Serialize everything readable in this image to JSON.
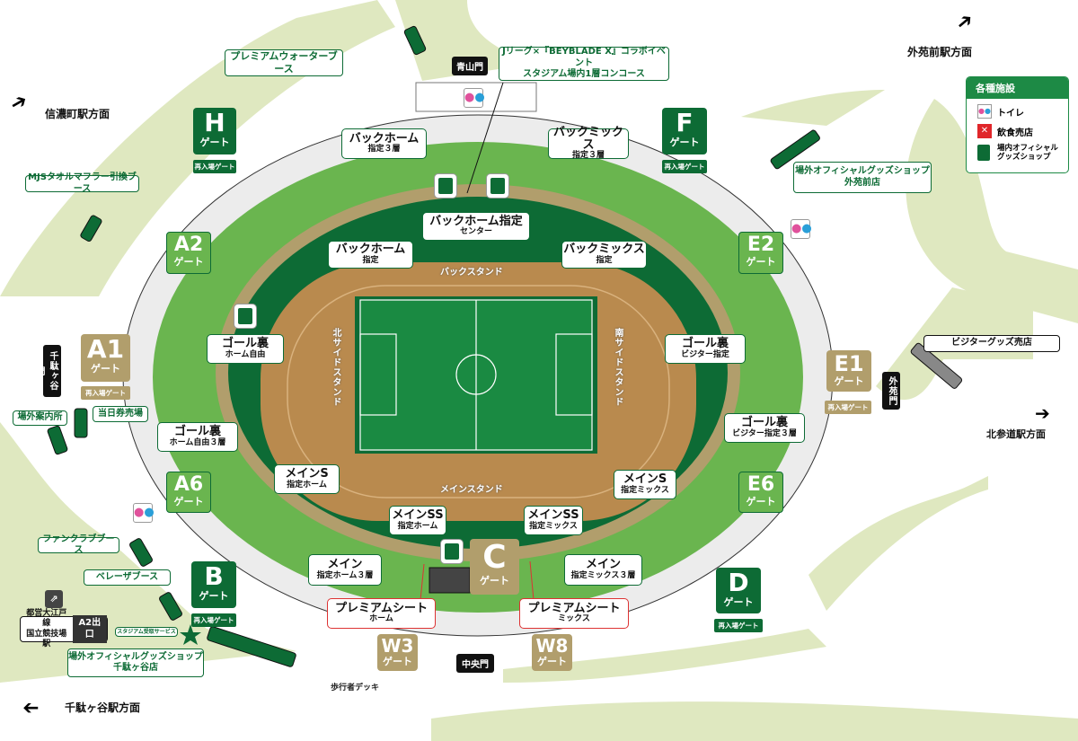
{
  "colors": {
    "dark_green": "#0d6b35",
    "light_green": "#6ab54f",
    "tan": "#b19e6c",
    "track": "#b98a4e",
    "park": "#dfe8c0",
    "concourse": "#ececec",
    "premium": "#dd3333"
  },
  "directions": {
    "shinanomachi": "信濃町駅方面",
    "gaienmae": "外苑前駅方面",
    "kitasando": "北参道駅方面",
    "sendagaya": "千駄ヶ谷駅方面"
  },
  "gates_outer": {
    "aoyama": "青山門",
    "sendagaya": "千駄ヶ谷門",
    "gaien": "外苑門",
    "chuo": "中央門"
  },
  "gates": [
    {
      "id": "H",
      "label": "H",
      "sub": "ゲート",
      "reentry": "再入場ゲート"
    },
    {
      "id": "F",
      "label": "F",
      "sub": "ゲート",
      "reentry": "再入場ゲート"
    },
    {
      "id": "A2",
      "label": "A2",
      "sub": "ゲート"
    },
    {
      "id": "E2",
      "label": "E2",
      "sub": "ゲート"
    },
    {
      "id": "A1",
      "label": "A1",
      "sub": "ゲート",
      "reentry": "再入場ゲート"
    },
    {
      "id": "E1",
      "label": "E1",
      "sub": "ゲート",
      "reentry": "再入場ゲート"
    },
    {
      "id": "A6",
      "label": "A6",
      "sub": "ゲート"
    },
    {
      "id": "E6",
      "label": "E6",
      "sub": "ゲート"
    },
    {
      "id": "B",
      "label": "B",
      "sub": "ゲート",
      "reentry": "再入場ゲート"
    },
    {
      "id": "D",
      "label": "D",
      "sub": "ゲート",
      "reentry": "再入場ゲート"
    },
    {
      "id": "C",
      "label": "C",
      "sub": "ゲート"
    },
    {
      "id": "W3",
      "label": "W3",
      "sub": "ゲート"
    },
    {
      "id": "W8",
      "label": "W8",
      "sub": "ゲート"
    }
  ],
  "seats": [
    {
      "main": "バックホーム",
      "sub": "指定３層"
    },
    {
      "main": "バックミックス",
      "sub": "指定３層"
    },
    {
      "main": "バックホーム指定",
      "sub": "センター"
    },
    {
      "main": "バックホーム",
      "sub": "指定"
    },
    {
      "main": "バックミックス",
      "sub": "指定"
    },
    {
      "main": "ゴール裏",
      "sub": "ホーム自由"
    },
    {
      "main": "ゴール裏",
      "sub": "ビジター指定"
    },
    {
      "main": "ゴール裏",
      "sub": "ホーム自由３層"
    },
    {
      "main": "ゴール裏",
      "sub": "ビジター指定３層"
    },
    {
      "main": "メインS",
      "sub": "指定ホーム"
    },
    {
      "main": "メインS",
      "sub": "指定ミックス"
    },
    {
      "main": "メインSS",
      "sub": "指定ホーム"
    },
    {
      "main": "メインSS",
      "sub": "指定ミックス"
    },
    {
      "main": "メイン",
      "sub": "指定ホーム３層"
    },
    {
      "main": "メイン",
      "sub": "指定ミックス３層"
    },
    {
      "main": "プレミアムシート",
      "sub": "ホーム"
    },
    {
      "main": "プレミアムシート",
      "sub": "ミックス"
    }
  ],
  "stands": {
    "back": "バックスタンド",
    "main": "メインスタンド",
    "north": "北サイドスタンド",
    "south": "南サイドスタンド"
  },
  "facilities": {
    "premium_water": "プレミアムウォーターブース",
    "beyblade_1": "Jリーグ×『BEYBLADE X』コラボイベント",
    "beyblade_2": "スタジアム場内1層コンコース",
    "shop_gaien_1": "場外オフィシャルグッズショップ",
    "shop_gaien_2": "外苑前店",
    "mjs": "MJSタオルマフラー引換ブース",
    "info": "場外案内所",
    "tickets": "当日券売場",
    "visitor_goods": "ビジターグッズ売店",
    "fanclub": "ファンクラブブース",
    "beleza": "ベレーザブース",
    "station_1": "都営大江戸線",
    "station_2": "国立競技場駅",
    "station_exit": "A2出口",
    "pickup": "スタジアム受取サービス",
    "shop_sendagaya_1": "場外オフィシャルグッズショップ",
    "shop_sendagaya_2": "千駄ヶ谷店",
    "deck": "歩行者デッキ"
  },
  "legend": {
    "title": "各種施設",
    "items": [
      {
        "icon": "restroom-icon",
        "label": "トイレ"
      },
      {
        "icon": "food-icon",
        "label": "飲食売店"
      },
      {
        "icon": "goods-bag-icon",
        "label": "場内オフィシャル\nグッズショップ"
      }
    ]
  }
}
